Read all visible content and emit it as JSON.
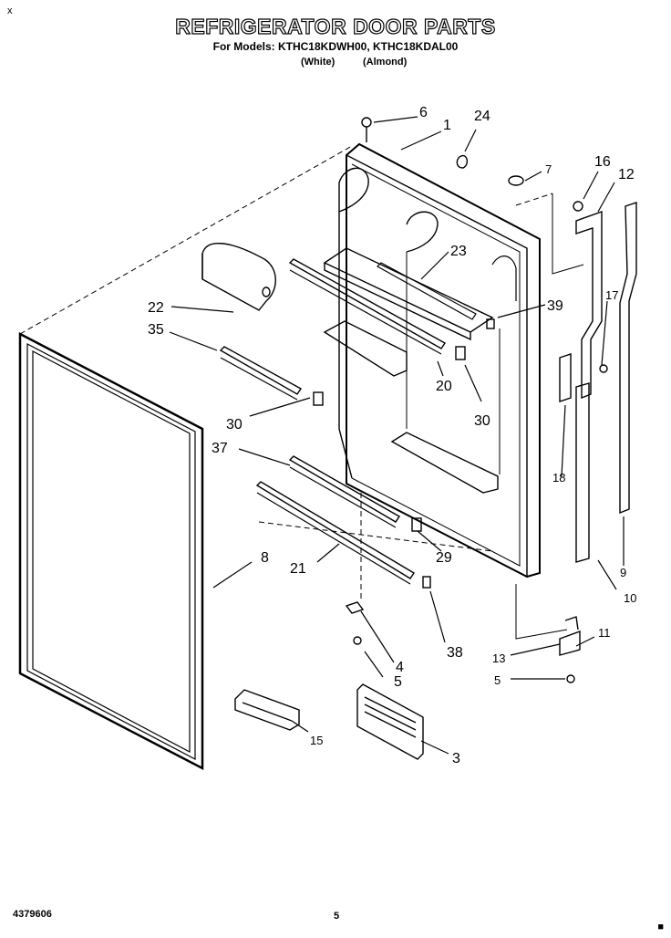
{
  "corner_mark_top": "x",
  "corner_mark_bottom": "■",
  "title": "REFRIGERATOR DOOR PARTS",
  "subtitle": "For Models: KTHC18KDWH00, KTHC18KDAL00",
  "color_white": "(White)",
  "color_almond": "(Almond)",
  "footer_doc_number": "4379606",
  "footer_page": "5",
  "callouts": {
    "c1": "1",
    "c3": "3",
    "c4": "4",
    "c5a": "5",
    "c5b": "5",
    "c6": "6",
    "c7": "7",
    "c8": "8",
    "c9": "9",
    "c10": "10",
    "c11": "11",
    "c12": "12",
    "c13": "13",
    "c15": "15",
    "c16": "16",
    "c17": "17",
    "c18": "18",
    "c20": "20",
    "c21": "21",
    "c22": "22",
    "c23": "23",
    "c24": "24",
    "c29": "29",
    "c30a": "30",
    "c30b": "30",
    "c35": "35",
    "c37": "37",
    "c38": "38",
    "c39": "39"
  }
}
